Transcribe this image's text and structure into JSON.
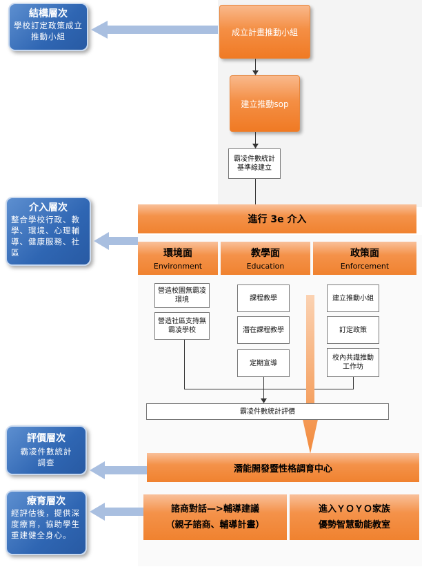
{
  "layers": {
    "structure": {
      "title": "結構層次",
      "text": "學校訂定政策成立推動小組"
    },
    "intervention": {
      "title": "介入層次",
      "text": "整合學校行政、教學、環境、心理輔導、健康服務、社區"
    },
    "evaluation": {
      "title": "評價層次",
      "text": "霸凌件數統計調查"
    },
    "therapy": {
      "title": "療育層次",
      "text": "經評估後，提供深度療育，協助學生重建健全身心。"
    }
  },
  "flow": {
    "step1": "成立計畫推動小組",
    "step2": "建立推動sop",
    "step3": "霸凌件數統計基準線建立",
    "main_bar": "進行 3e 介入",
    "columns": [
      {
        "title": "環境面",
        "subtitle": "Environment"
      },
      {
        "title": "教學面",
        "subtitle": "Education"
      },
      {
        "title": "政策面",
        "subtitle": "Enforcement"
      }
    ],
    "env_items": [
      "營造校園無霸凌環境",
      "營造社區支持無霸凌學校"
    ],
    "edu_items": [
      "課程教學",
      "潛在課程教學",
      "定期宣導"
    ],
    "policy_items": [
      "建立推動小組",
      "訂定政策",
      "校內共識推動工作坊"
    ],
    "stats_box": "霸凌件數統計評價",
    "center_bar": "潛能開發暨性格調育中心",
    "bottom_left_line1": "諮商對話—>輔導建議",
    "bottom_left_line2": "（親子諮商、輔導計畫）",
    "bottom_right_line1": "進入ＹＯＹＯ家族",
    "bottom_right_line2": "優勢智慧動能教室"
  },
  "colors": {
    "orange": "#f48f45",
    "blue": "#2f66b3",
    "arrow_blue": "#a9bfe0"
  }
}
